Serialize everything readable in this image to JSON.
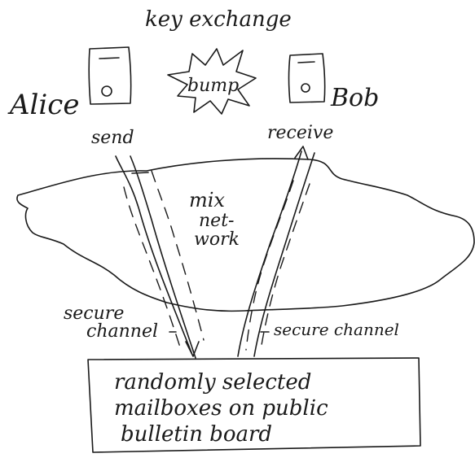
{
  "title": "key exchange",
  "alice": {
    "label": "Alice"
  },
  "bob": {
    "label": "Bob"
  },
  "bump": {
    "label": "bump"
  },
  "send_label": "send",
  "receive_label": "receive",
  "mix_network": {
    "line1": "mix",
    "line2": "net-",
    "line3": "work"
  },
  "secure_channel_left": {
    "line1": "secure",
    "line2": "channel"
  },
  "secure_channel_right": "secure channel",
  "bulletin_board": {
    "line1": "randomly selected",
    "line2": "mailboxes on public",
    "line3": "bulletin board"
  },
  "colors": {
    "ink": "#1a1a1a",
    "paper": "#ffffff"
  }
}
